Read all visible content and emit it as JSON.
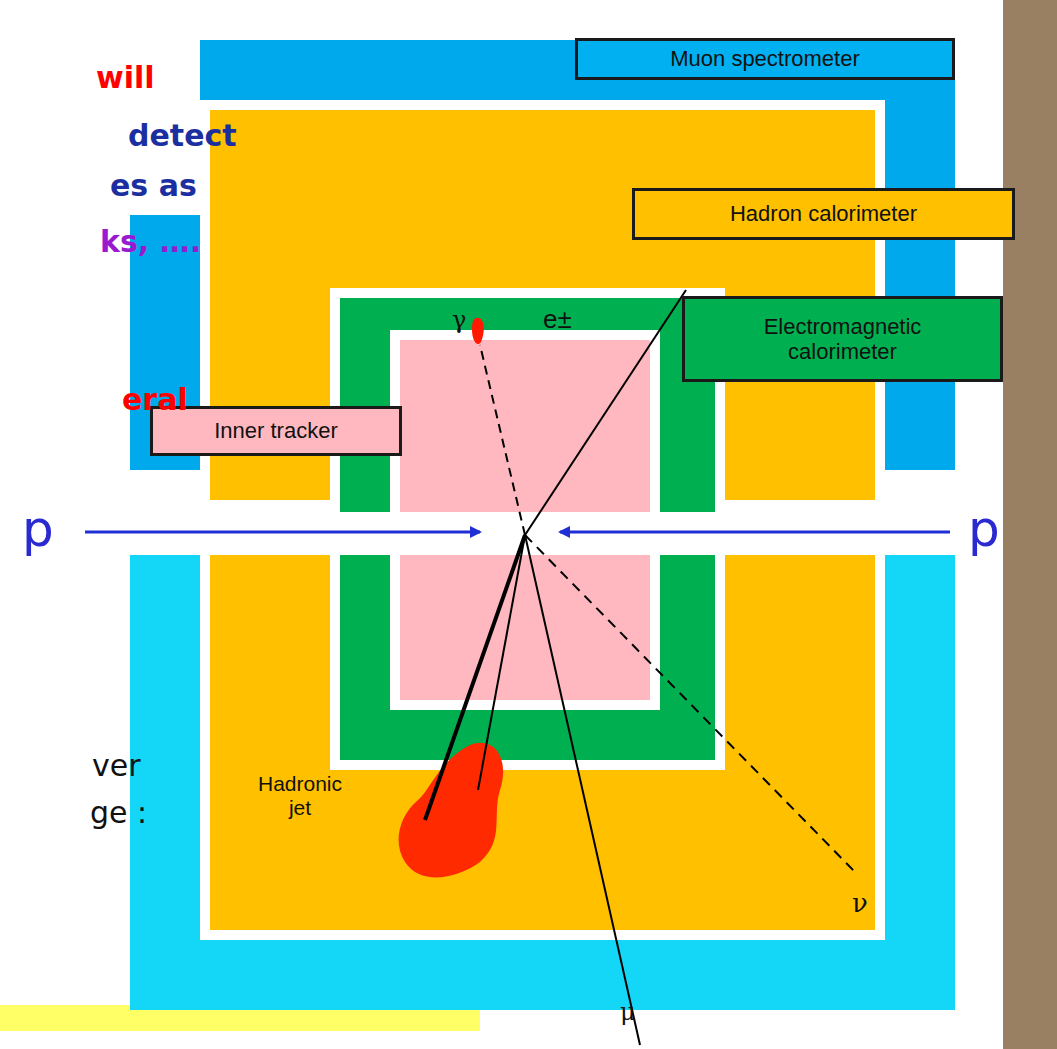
{
  "diagram": {
    "nodes": [
      {
        "text": [
          "Muon spectrometer"
        ]
      },
      {
        "text": [
          "Hadron calorimeter"
        ]
      },
      {
        "text": [
          "Electromagnetic calorimeter"
        ]
      },
      {
        "text": [
          "Inner tracker"
        ]
      }
    ],
    "labels": [
      "will",
      "detect",
      "es as",
      "ks, ….",
      "eral",
      "ver",
      "ge :",
      "p",
      "p",
      "γ",
      "e±",
      "Hadronic jet",
      "ν",
      "μ"
    ]
  }
}
